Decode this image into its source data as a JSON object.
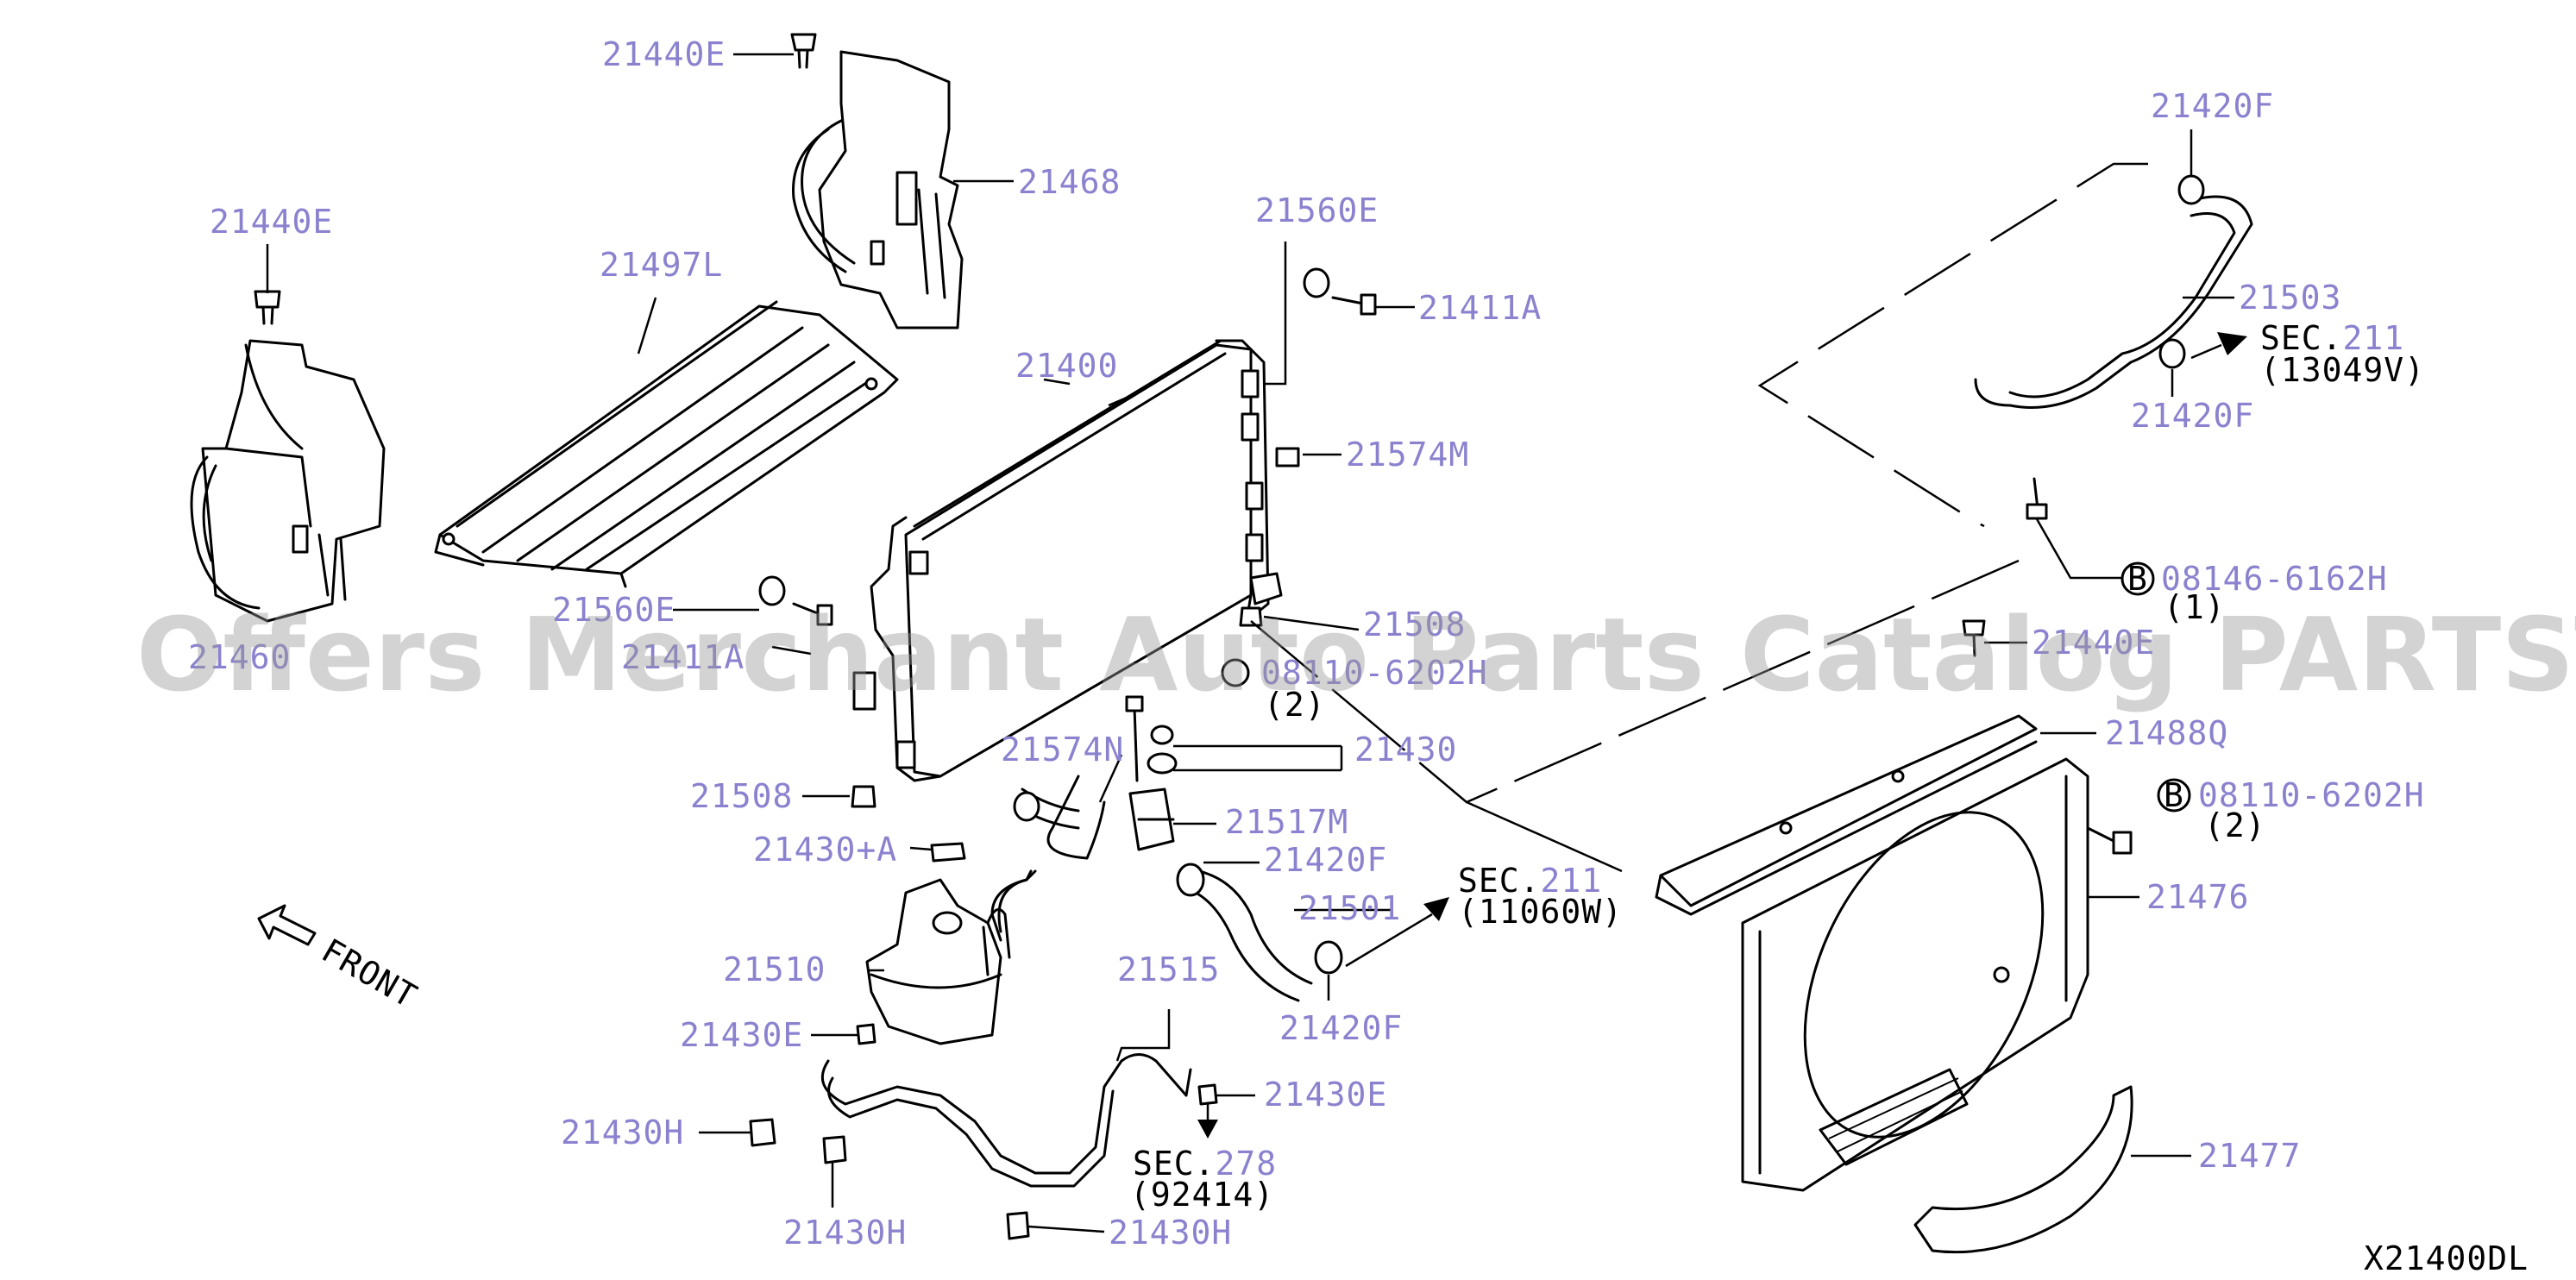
{
  "watermark": "Offers Merchant Auto Parts Catalog PARTSTORE.SA",
  "diagram_code": "X21400DL",
  "front_label": "FRONT",
  "sec_prefix": "SEC.",
  "callouts": {
    "p21440E_a": "21440E",
    "p21468": "21468",
    "p21440E_b": "21440E",
    "p21497L": "21497L",
    "p21460": "21460",
    "p21400": "21400",
    "p21560E_a": "21560E",
    "p21411A_a": "21411A",
    "p21574M": "21574M",
    "p21560E_b": "21560E",
    "p21411A_b": "21411A",
    "p21508_a": "21508",
    "p08110_a": "08110-6202H",
    "qty_a": "(2)",
    "p21574N": "21574N",
    "p21430": "21430",
    "p21508_b": "21508",
    "p21517M": "21517M",
    "p21430A": "21430+A",
    "p21420F_a": "21420F",
    "p21501": "21501",
    "p21510": "21510",
    "p21515": "21515",
    "p21430E_a": "21430E",
    "p21420F_b": "21420F",
    "p21430E_b": "21430E",
    "p21430H_a": "21430H",
    "p21430H_b": "21430H",
    "p21430H_c": "21430H",
    "p21420F_c": "21420F",
    "p21503": "21503",
    "p21420F_d": "21420F",
    "p08146": "08146-6162H",
    "qty_b": "(1)",
    "p21440E_c": "21440E",
    "p21488Q": "21488Q",
    "p08110_b": "08110-6202H",
    "qty_c": "(2)",
    "p21476": "21476",
    "p21477": "21477"
  },
  "sections": {
    "s211_a": {
      "num": "211",
      "code": "(13049V)"
    },
    "s211_b": {
      "num": "211",
      "code": "(11060W)"
    },
    "s278": {
      "num": "278",
      "code": "(92414)"
    }
  },
  "bolt_marker": "B"
}
